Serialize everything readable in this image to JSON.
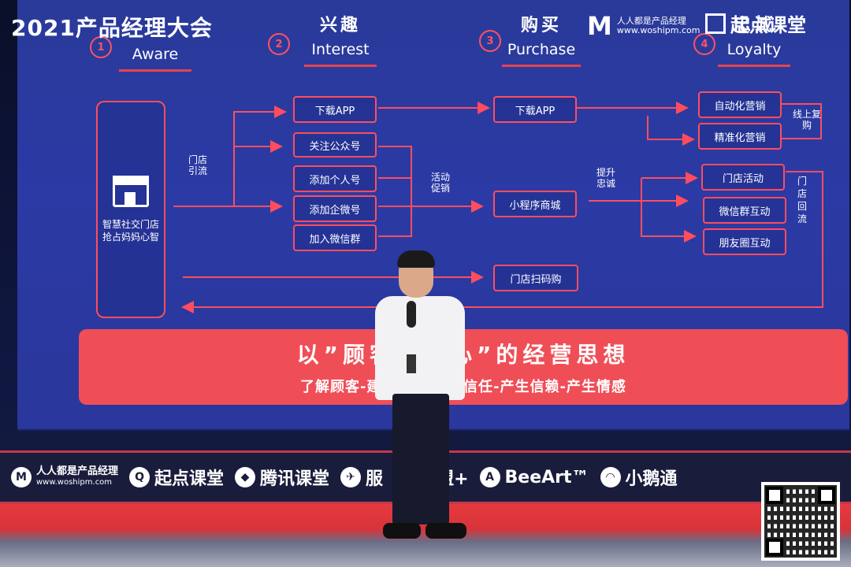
{
  "event_title": "2021产品经理大会",
  "logo_left": {
    "mark": "M",
    "name": "人人都是产品经理",
    "url": "www.woshipm.com"
  },
  "logo_right": {
    "name": "起点课堂"
  },
  "stages": [
    {
      "num": "1",
      "cn": "",
      "en": "Aware"
    },
    {
      "num": "2",
      "cn": "兴趣",
      "en": "Interest"
    },
    {
      "num": "3",
      "cn": "购买",
      "en": "Purchase"
    },
    {
      "num": "4",
      "cn": "忠诚",
      "en": "Loyalty"
    }
  ],
  "source_box": "智慧社交门店抢占妈妈心智",
  "labels": {
    "store_drive": "门店引流",
    "activity_promo": "活动促销",
    "raise_loyalty": "提升忠诚",
    "online_rebuy": "线上复购",
    "store_return": "门店回流"
  },
  "interest_boxes": [
    "下载APP",
    "关注公众号",
    "添加个人号",
    "添加企微号",
    "加入微信群"
  ],
  "purchase_boxes": [
    "下载APP",
    "小程序商城",
    "门店扫码购"
  ],
  "loyalty_online": [
    "自动化营销",
    "精准化营销"
  ],
  "loyalty_store": [
    "门店活动",
    "微信群互动",
    "朋友圈互动"
  ],
  "banner": {
    "headline": "以”顾客为中心”的经营思想",
    "subline": "了解顾客-建立关系-产生信任-产生信赖-产生情感"
  },
  "sponsors": [
    {
      "icon": "M",
      "name": "人人都是产品经理",
      "sub": "www.woshipm.com"
    },
    {
      "icon": "Q",
      "name": "起点课堂"
    },
    {
      "icon": "◆",
      "name": "腾讯课堂"
    },
    {
      "icon": "✈",
      "name": "服"
    },
    {
      "icon": "▲",
      "name": "友盟+"
    },
    {
      "icon": "A",
      "name": "BeeArt™"
    },
    {
      "icon": "◠",
      "name": "小鹅通"
    }
  ],
  "colors": {
    "screen": "#2b3aa4",
    "accent": "#ff4d5e",
    "banner": "#f04e57"
  }
}
